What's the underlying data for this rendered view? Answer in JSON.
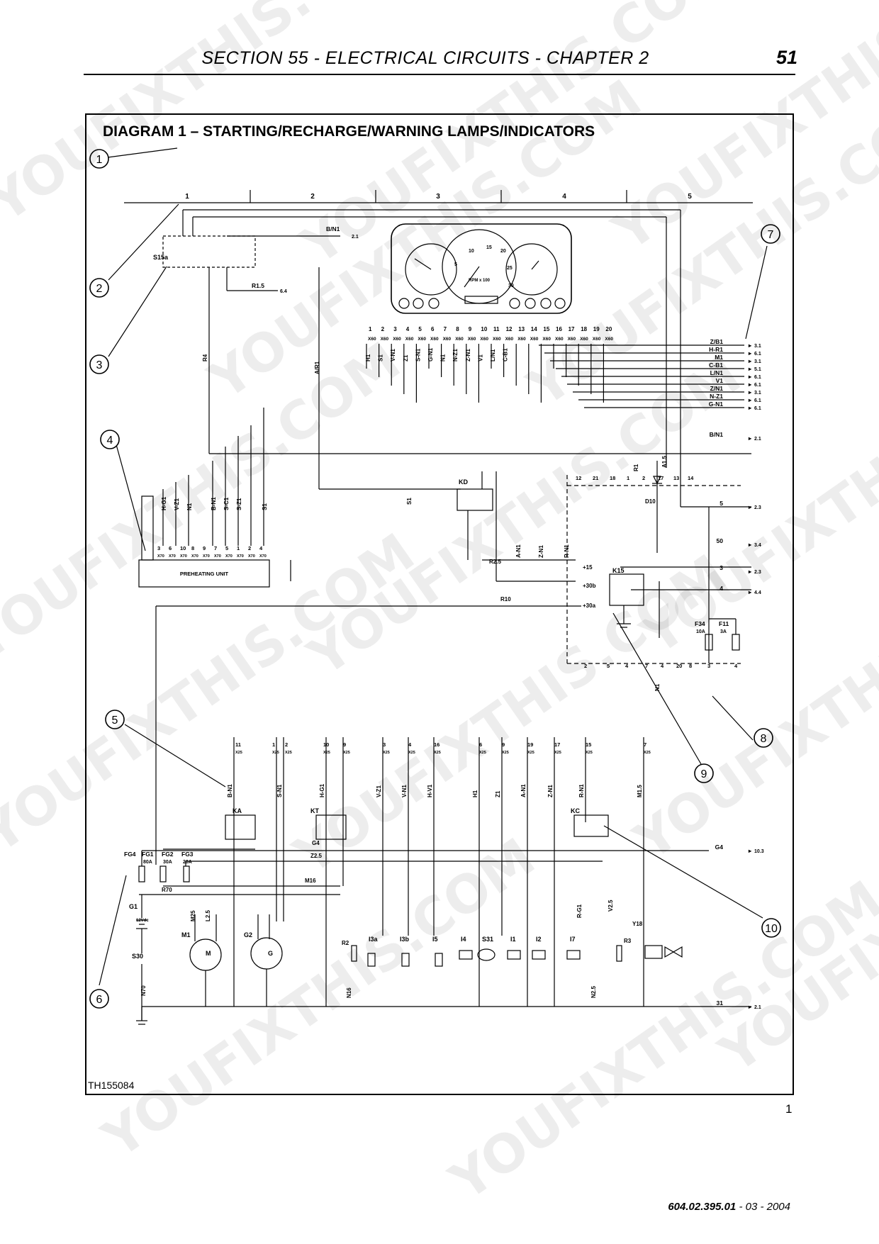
{
  "header": {
    "title": "SECTION 55 - ELECTRICAL CIRCUITS - CHAPTER 2",
    "page_number": "51"
  },
  "diagram": {
    "title": "DIAGRAM 1 – STARTING/RECHARGE/WARNING LAMPS/INDICATORS",
    "grid_columns": [
      "1",
      "2",
      "3",
      "4",
      "5"
    ],
    "callouts": [
      "1",
      "2",
      "3",
      "4",
      "5",
      "6",
      "7",
      "8",
      "9",
      "10"
    ],
    "doc_ref": "TH155084",
    "figure_number": "1",
    "dashboard": {
      "rpm_scale": [
        "5",
        "10",
        "15",
        "20",
        "25",
        "30"
      ],
      "rpm_label": "RPM x 100"
    },
    "connector_x60_pins": [
      "1",
      "2",
      "3",
      "4",
      "5",
      "6",
      "7",
      "8",
      "9",
      "10",
      "11",
      "12",
      "13",
      "14",
      "15",
      "16",
      "17",
      "18",
      "19",
      "20"
    ],
    "connector_x60_wires": [
      "H1",
      "S1",
      "V-N1",
      "Z1",
      "S-N1",
      "G-N1",
      "N1",
      "N-Z1",
      "Z-N1",
      "V1",
      "L/N1",
      "C-B1"
    ],
    "right_outputs": [
      {
        "wire": "Z/B1",
        "ref": "3.1"
      },
      {
        "wire": "H-R1",
        "ref": "6.1"
      },
      {
        "wire": "M1",
        "ref": "3.1"
      },
      {
        "wire": "C-B1",
        "ref": "5.1"
      },
      {
        "wire": "L/N1",
        "ref": "6.1"
      },
      {
        "wire": "V1",
        "ref": "6.1"
      },
      {
        "wire": "Z/N1",
        "ref": "3.1"
      },
      {
        "wire": "N-Z1",
        "ref": "6.1"
      },
      {
        "wire": "G-N1",
        "ref": "6.1"
      },
      {
        "wire": "B/N1",
        "ref": "2.1"
      },
      {
        "wire": "5",
        "ref": "2.3"
      },
      {
        "wire": "50",
        "ref": "3.4"
      },
      {
        "wire": "3",
        "ref": "2.3"
      },
      {
        "wire": "4",
        "ref": "4.4"
      },
      {
        "wire": "G4",
        "ref": "10.3"
      },
      {
        "wire": "31",
        "ref": "2.1"
      }
    ],
    "top_left": {
      "switch": "S15a",
      "wire_out": "B/N1",
      "wire_out_ref": "2.1",
      "wire_r15": "R1.5",
      "wire_r15_ref": "6.4"
    },
    "preheating": {
      "label": "PREHEATING UNIT",
      "wires": [
        "H-G1",
        "V-Z1",
        "N1",
        "B-N1",
        "S-C1",
        "S-Z1",
        "S1"
      ],
      "pins": [
        "3",
        "6",
        "10",
        "8",
        "9",
        "7",
        "5",
        "1",
        "2",
        "4"
      ],
      "connector": "X70"
    },
    "relays": {
      "kd": "KD",
      "k15": "K15",
      "ka": "KA",
      "kt": "KT",
      "kc": "KC"
    },
    "bus_labels": [
      "+15",
      "+30b",
      "+30a"
    ],
    "fuses": [
      {
        "name": "F34",
        "rating": "10A"
      },
      {
        "name": "F11",
        "rating": "3A"
      },
      {
        "name": "FG1",
        "rating": "80A"
      },
      {
        "name": "FG2",
        "rating": "30A"
      },
      {
        "name": "FG3",
        "rating": "20A"
      },
      {
        "name": "FG4",
        "rating": ""
      }
    ],
    "xc_pins_top": [
      "12",
      "21",
      "18",
      "1",
      "2",
      "17",
      "13",
      "14"
    ],
    "xc_pins_bottom": [
      "2",
      "5",
      "4",
      "7",
      "4",
      "20",
      "8",
      "3",
      "4"
    ],
    "x25_pins": [
      "11",
      "1",
      "2",
      "10",
      "9",
      "3",
      "4",
      "16",
      "6",
      "9",
      "19",
      "17",
      "15",
      "7"
    ],
    "x25_wires": [
      "B-N1",
      "S-N1",
      "H-G1",
      "V-Z1",
      "V-N1",
      "H-V1",
      "H1",
      "Z1",
      "A-N1",
      "Z-N1",
      "R-N1",
      "M1.5"
    ],
    "misc_wires": [
      "R4",
      "A/R1",
      "R2.5",
      "R10",
      "A-N1",
      "Z-N1",
      "R-N1",
      "R1",
      "D10",
      "N1",
      "S1",
      "G4",
      "Z2.5",
      "M16",
      "R70",
      "M25",
      "L2.5",
      "N70",
      "N16",
      "R2",
      "R3",
      "Y18",
      "R-G1",
      "V2.5",
      "N2.5",
      "A1.5"
    ],
    "components": [
      {
        "name": "G1",
        "note": "12Vdc"
      },
      {
        "name": "M1",
        "note": "M"
      },
      {
        "name": "G2",
        "note": "G"
      },
      {
        "name": "S30",
        "note": ""
      },
      {
        "name": "I3a",
        "note": ""
      },
      {
        "name": "I3b",
        "note": ""
      },
      {
        "name": "I5",
        "note": ""
      },
      {
        "name": "I4",
        "note": ""
      },
      {
        "name": "S31",
        "note": ""
      },
      {
        "name": "I1",
        "note": ""
      },
      {
        "name": "I2",
        "note": ""
      },
      {
        "name": "I7",
        "note": ""
      }
    ]
  },
  "footer": {
    "code": "604.02.395.01",
    "date": " - 03 - 2004"
  },
  "watermark": {
    "text": "YOUFIXTHIS.COM",
    "color": "#000000"
  }
}
